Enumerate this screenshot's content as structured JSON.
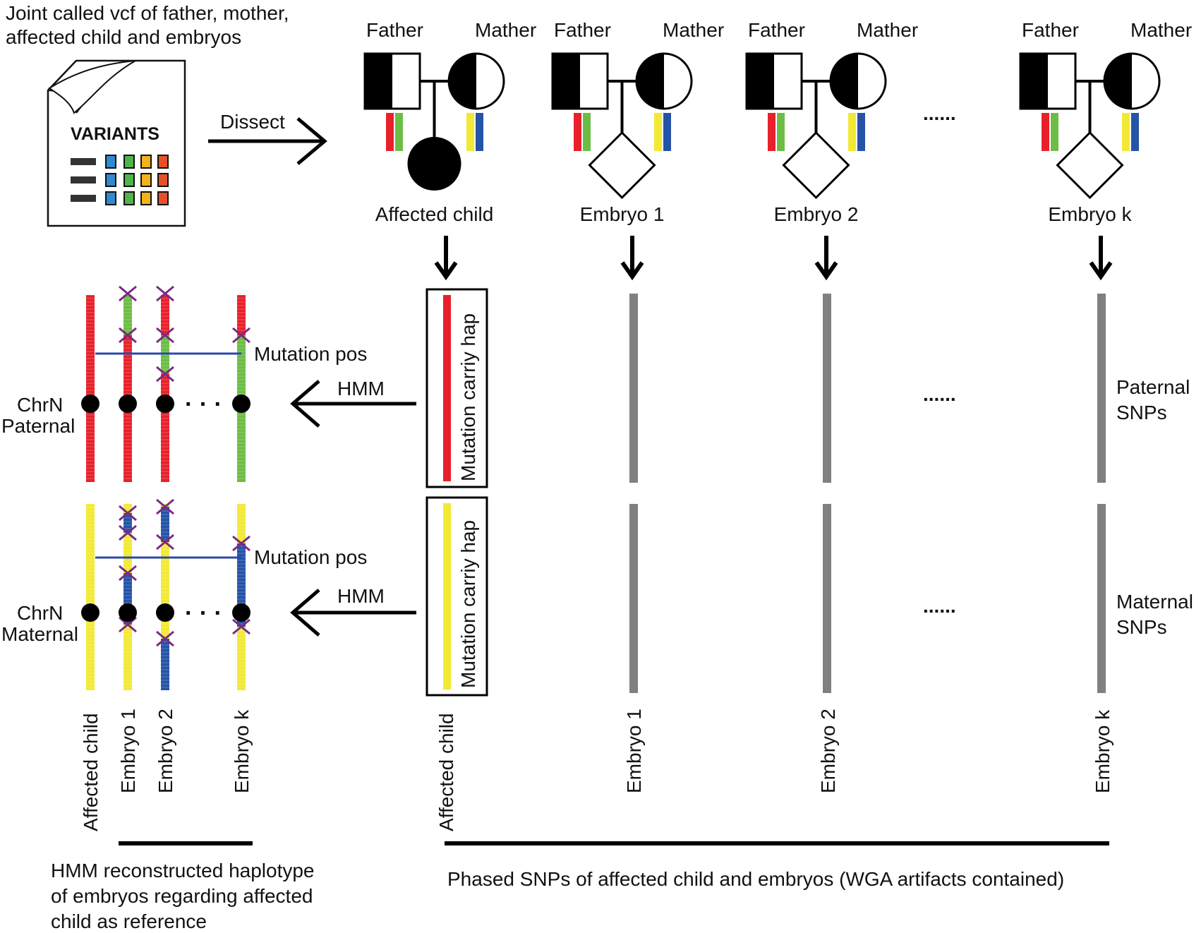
{
  "header_text": [
    "Joint called vcf of father, mother,",
    "affected child and embryos"
  ],
  "vcf_doc": {
    "title": "VARIANTS"
  },
  "dissect_label": "Dissect",
  "families": [
    {
      "father": "Father",
      "mother": "Mather",
      "child": "Affected child"
    },
    {
      "father": "Father",
      "mother": "Mather",
      "child": "Embryo 1"
    },
    {
      "father": "Father",
      "mother": "Mather",
      "child": "Embryo 2"
    },
    {
      "father": "Father",
      "mother": "Mather",
      "child": "Embryo k"
    }
  ],
  "ellipsis": "......",
  "hmm_label": "HMM",
  "mutation_pos_label": "Mutation pos",
  "mutation_hap_label": "Mutation carriy hap",
  "chr_paternal": [
    "ChrN",
    "Paternal"
  ],
  "chr_maternal": [
    "ChrN",
    "Maternal"
  ],
  "dots": "· · ·",
  "paternal_snps": [
    "Paternal",
    "SNPs"
  ],
  "maternal_snps": [
    "Maternal",
    "SNPs"
  ],
  "left_columns": [
    "Affected child",
    "Embryo 1",
    "Embryo 2",
    "Embryo k"
  ],
  "right_columns": [
    "Affected child",
    "Embryo 1",
    "Embryo 2",
    "Embryo k"
  ],
  "left_caption": [
    "HMM reconstructed haplotype",
    "of embryos regarding affected",
    "child as reference"
  ],
  "right_caption": "Phased SNPs of affected child and embryos (WGA artifacts contained)",
  "colors": {
    "red": "#e8202a",
    "green": "#6cbd45",
    "yellow": "#f2e935",
    "blue": "#2553a6",
    "gray": "#808080",
    "cross": "#7a2a82",
    "line": "#2b4aa8"
  }
}
